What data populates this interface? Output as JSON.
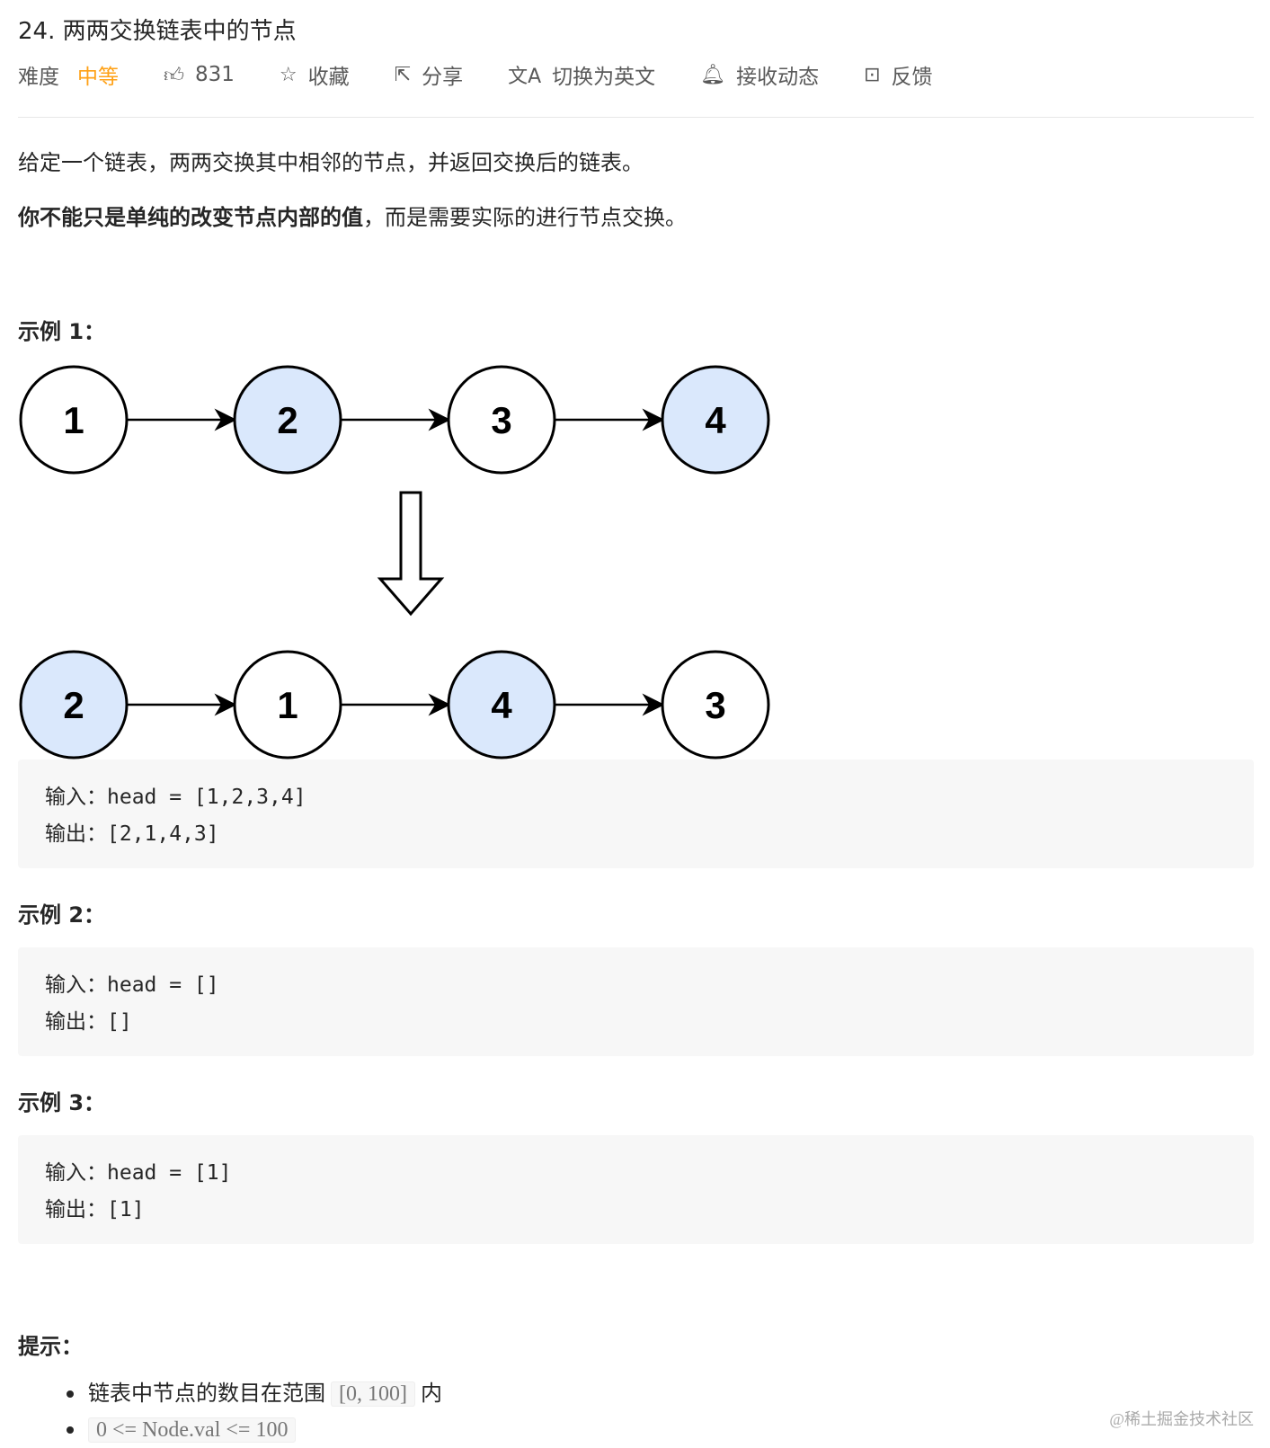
{
  "title": "24. 两两交换链表中的节点",
  "meta": {
    "difficulty_label": "难度",
    "difficulty_value": "中等",
    "likes": "831",
    "favorite": "收藏",
    "share": "分享",
    "switch_lang": "切换为英文",
    "subscribe": "接收动态",
    "feedback": "反馈"
  },
  "colors": {
    "accent": "#ffa116",
    "node_fill": "#dae8fc"
  },
  "description": {
    "p1": "给定一个链表，两两交换其中相邻的节点，并返回交换后的链表。",
    "p2_bold": "你不能只是单纯的改变节点内部的值",
    "p2_rest": "，而是需要实际的进行节点交换。"
  },
  "diagram": {
    "before": [
      {
        "v": "1",
        "hl": false
      },
      {
        "v": "2",
        "hl": true
      },
      {
        "v": "3",
        "hl": false
      },
      {
        "v": "4",
        "hl": true
      }
    ],
    "after": [
      {
        "v": "2",
        "hl": true
      },
      {
        "v": "1",
        "hl": false
      },
      {
        "v": "4",
        "hl": true
      },
      {
        "v": "3",
        "hl": false
      }
    ]
  },
  "examples": [
    {
      "heading": "示例 1：",
      "input": "输入：head = [1,2,3,4]",
      "output": "输出：[2,1,4,3]"
    },
    {
      "heading": "示例 2：",
      "input": "输入：head = []",
      "output": "输出：[]"
    },
    {
      "heading": "示例 3：",
      "input": "输入：head = [1]",
      "output": "输出：[1]"
    }
  ],
  "tips": {
    "heading": "提示：",
    "t1_pre": "链表中节点的数目在范围",
    "t1_code": "[0, 100]",
    "t1_post": "内",
    "t2_code": "0 <= Node.val <= 100"
  },
  "watermark": "@稀土掘金技术社区"
}
